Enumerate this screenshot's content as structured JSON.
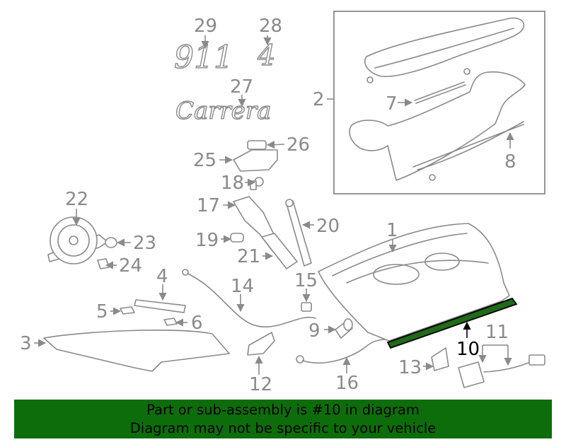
{
  "callouts": [
    "1",
    "2",
    "3",
    "4",
    "5",
    "6",
    "7",
    "8",
    "9",
    "10",
    "11",
    "12",
    "13",
    "14",
    "15",
    "16",
    "17",
    "18",
    "19",
    "20",
    "21",
    "22",
    "23",
    "24",
    "25",
    "26",
    "27",
    "28",
    "29"
  ],
  "highlighted_part": "10",
  "emblems": {
    "model": "911",
    "variant": "4",
    "script": "Carrera"
  },
  "colors": {
    "line": "#8a8a8a",
    "highlight_fill": "#1f6b18",
    "banner": "#0d6d0b",
    "text": "#000000"
  },
  "banner": {
    "line1": "Part or sub-assembly is #10 in diagram",
    "line2": "Diagram may not be specific to your vehicle"
  }
}
